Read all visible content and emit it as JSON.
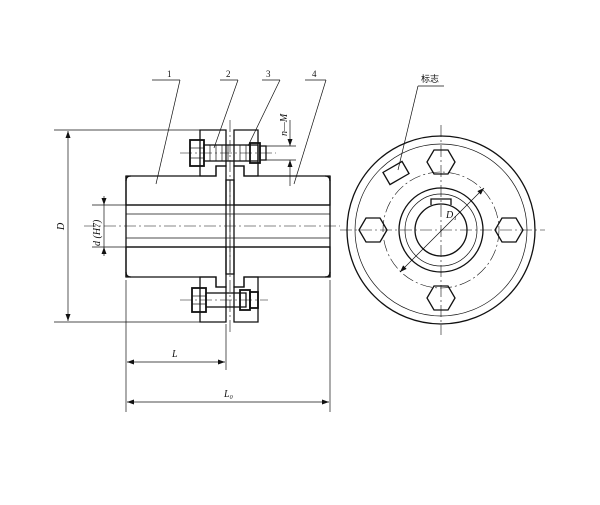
{
  "figure": {
    "callouts": [
      {
        "id": "1",
        "text": "1"
      },
      {
        "id": "2",
        "text": "2"
      },
      {
        "id": "3",
        "text": "3"
      },
      {
        "id": "4",
        "text": "4"
      }
    ],
    "marker_label": "标志",
    "dim_labels": {
      "D": "D",
      "d": "d (H7)",
      "L": "L",
      "L0": "L₀",
      "D1": "D₁",
      "nM": "n—M"
    }
  }
}
